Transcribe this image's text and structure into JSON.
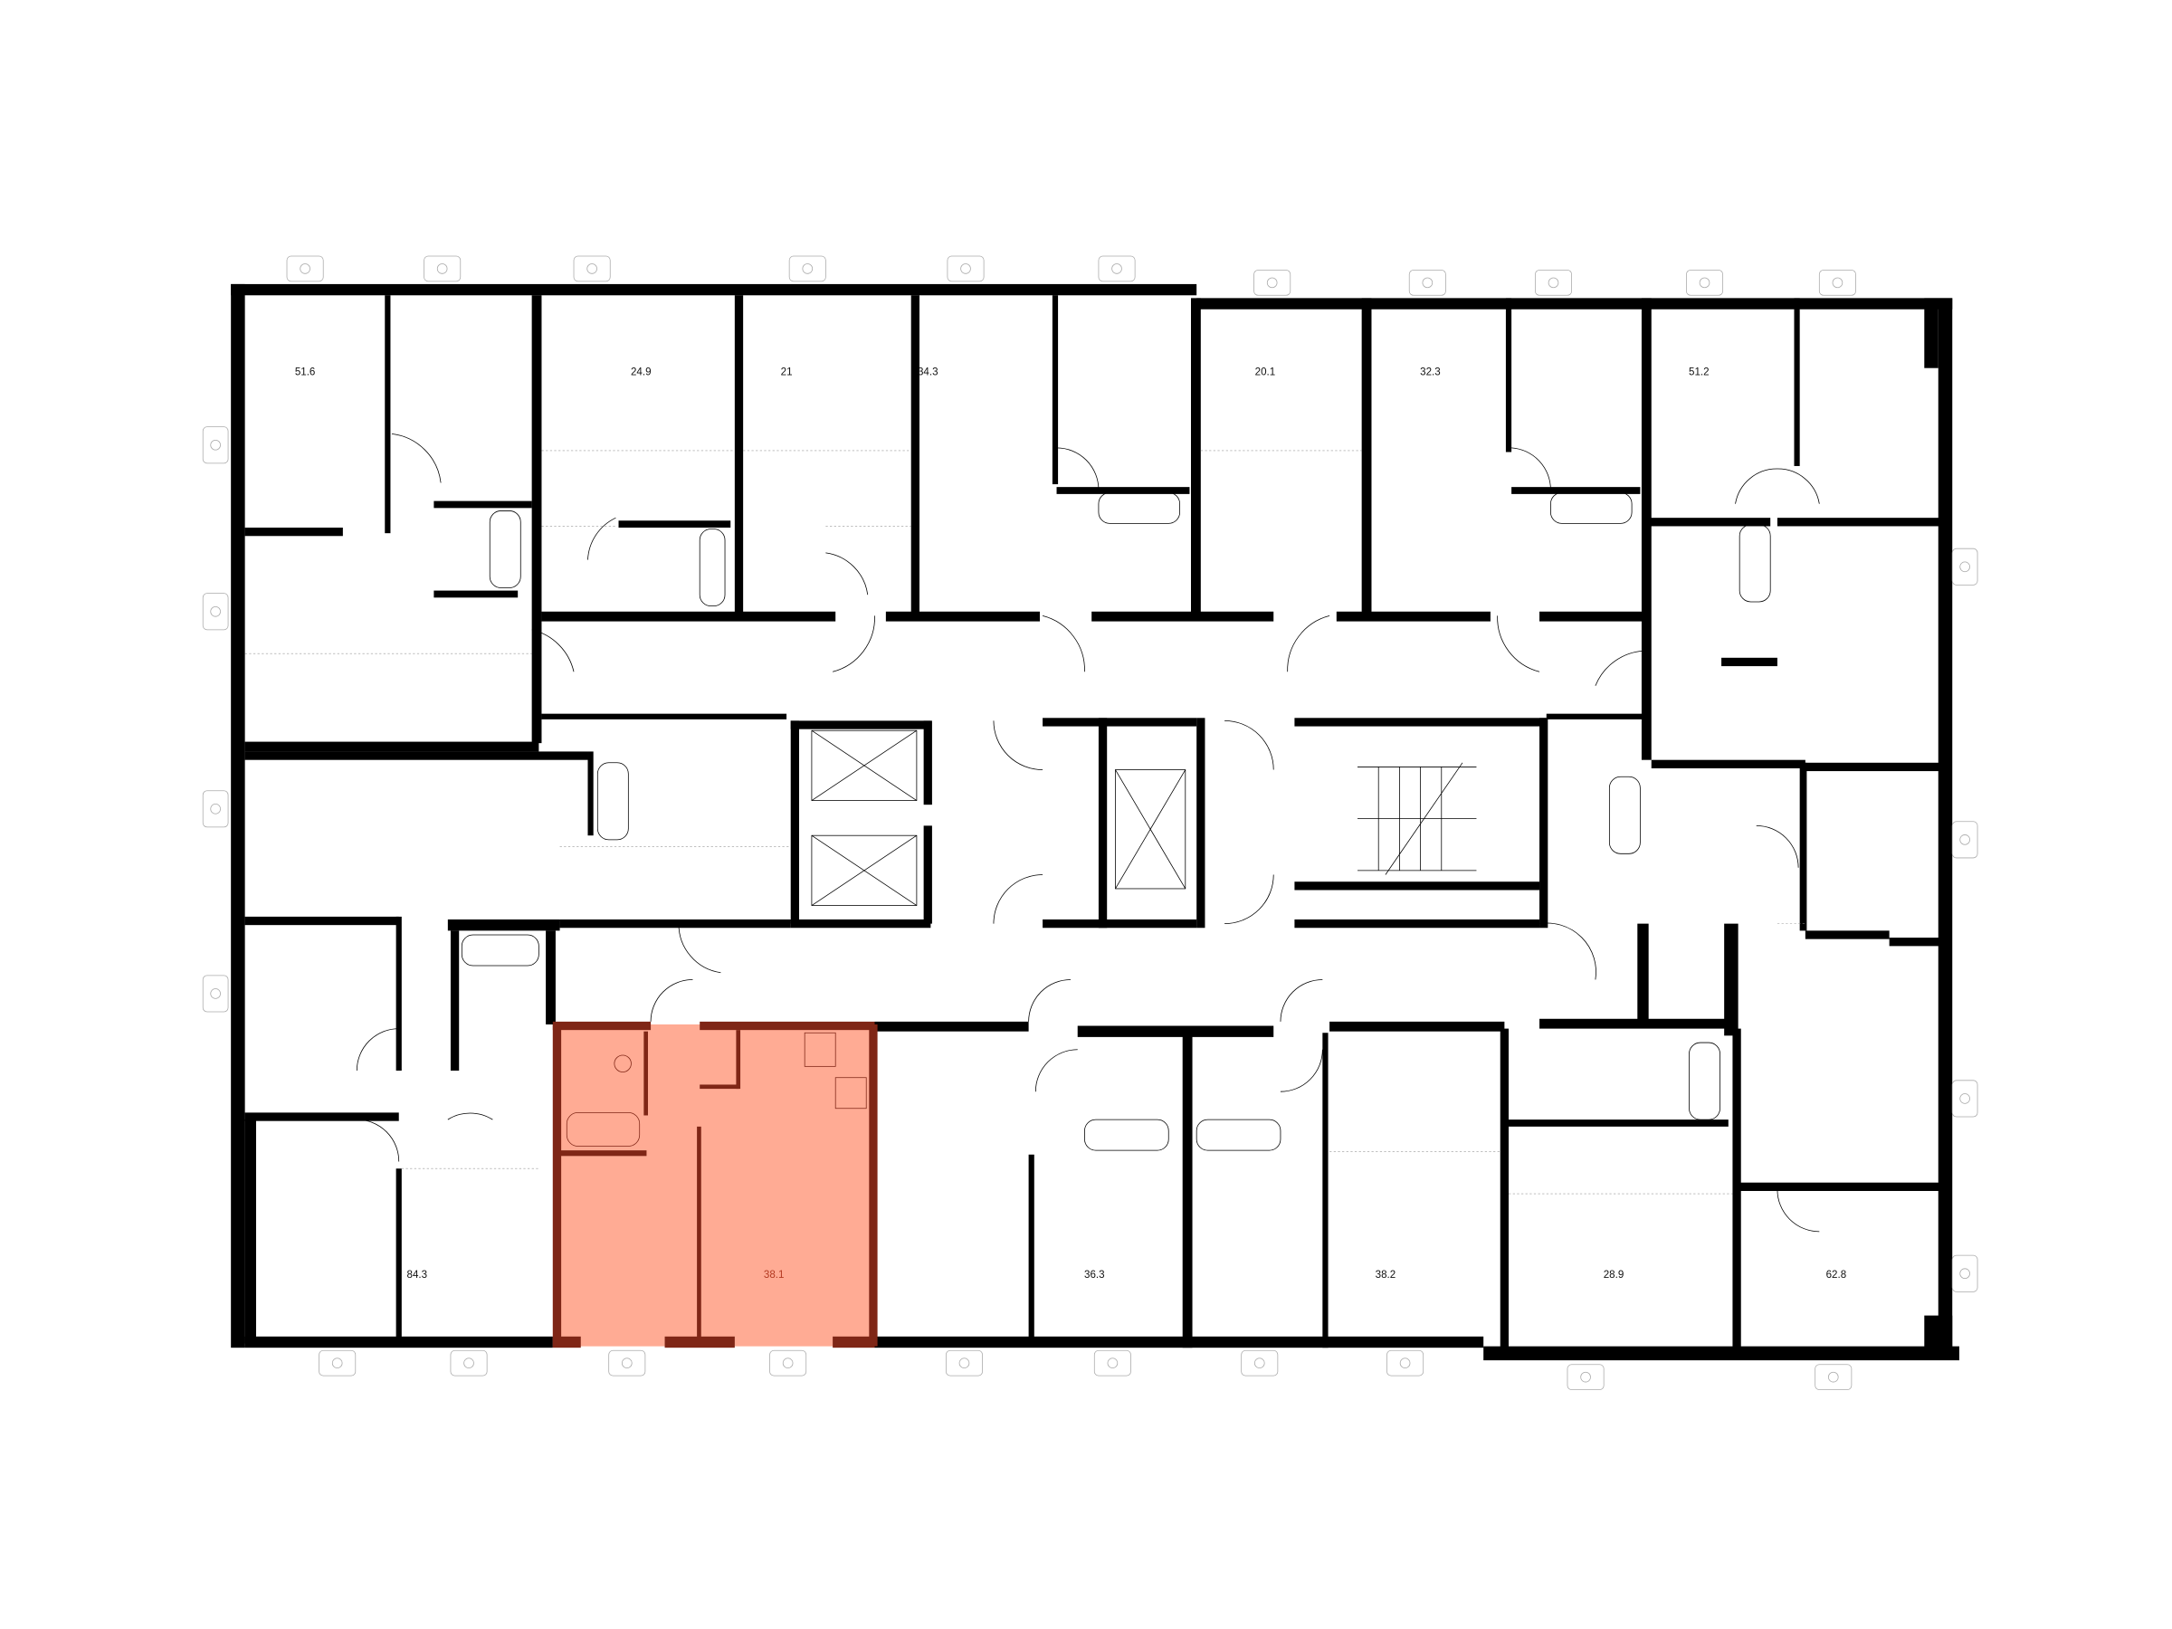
{
  "plan": {
    "colors": {
      "walls": "#000000",
      "highlight_fill": "#ffab94",
      "highlight_walls": "#7f2616",
      "highlight_label": "#b33a22",
      "background": "#ffffff"
    },
    "units_top": [
      {
        "area": "51.6",
        "highlighted": false
      },
      {
        "area": "24.9",
        "highlighted": false
      },
      {
        "area": "21",
        "highlighted": false
      },
      {
        "area": "34.3",
        "highlighted": false
      },
      {
        "area": "20.1",
        "highlighted": false
      },
      {
        "area": "32.3",
        "highlighted": false
      },
      {
        "area": "51.2",
        "highlighted": false
      }
    ],
    "units_bottom": [
      {
        "area": "84.3",
        "highlighted": false
      },
      {
        "area": "38.1",
        "highlighted": true
      },
      {
        "area": "36.3",
        "highlighted": false
      },
      {
        "area": "38.2",
        "highlighted": false
      },
      {
        "area": "28.9",
        "highlighted": false
      },
      {
        "area": "62.8",
        "highlighted": false
      }
    ],
    "icons": [
      "window-icon",
      "bathtub-icon",
      "toilet-icon",
      "sink-icon",
      "stove-icon",
      "elevator-icon",
      "stairs-icon",
      "door-swing-icon"
    ]
  }
}
